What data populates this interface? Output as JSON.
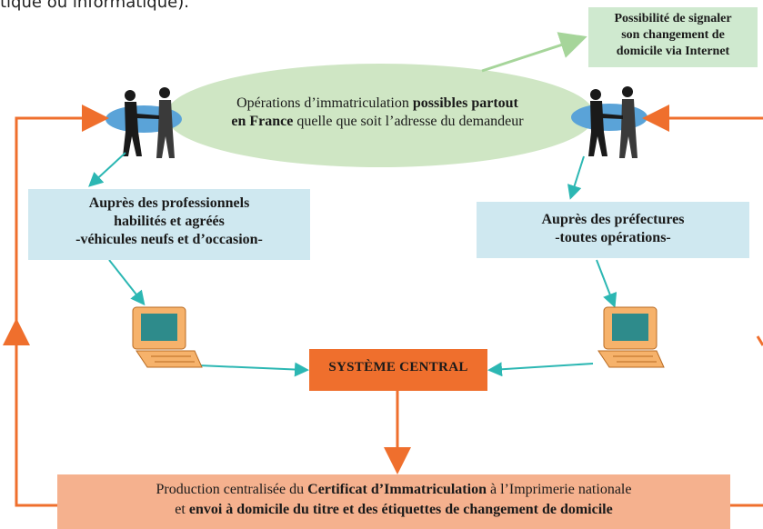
{
  "top_caption": "tique ou informatique).",
  "note": {
    "line1": "Possibilité de signaler",
    "line2": "son changement de",
    "line3": "domicile via Internet"
  },
  "ellipse": {
    "text1": "Opérations d’immatriculation ",
    "bold1": "possibles partout",
    "bold2": "en France",
    "text2": " quelle que soit l’adresse du demandeur"
  },
  "box_professionals": {
    "line1": "Auprès des professionnels",
    "line2": "habilités et agréés",
    "line3": "-véhicules neufs et d’occasion-"
  },
  "box_prefectures": {
    "line1": "Auprès des préfectures",
    "line2": "-toutes opérations-"
  },
  "central": {
    "label": "SYSTÈME CENTRAL"
  },
  "production": {
    "text1": "Production centralisée du ",
    "bold1": "Certificat d’Immatriculation",
    "text2": " à l’Imprimerie nationale",
    "text3": "et ",
    "bold2": "envoi à domicile du titre et des étiquettes de changement de domicile"
  },
  "colors": {
    "ellipse_green": "#cfe6c4",
    "accent_blue": "#2cb7b3",
    "orange": "#ef6f2d",
    "light_blue": "#cfe8f0"
  },
  "icons": [
    "people-handshake-icon",
    "computer-terminal-icon"
  ]
}
